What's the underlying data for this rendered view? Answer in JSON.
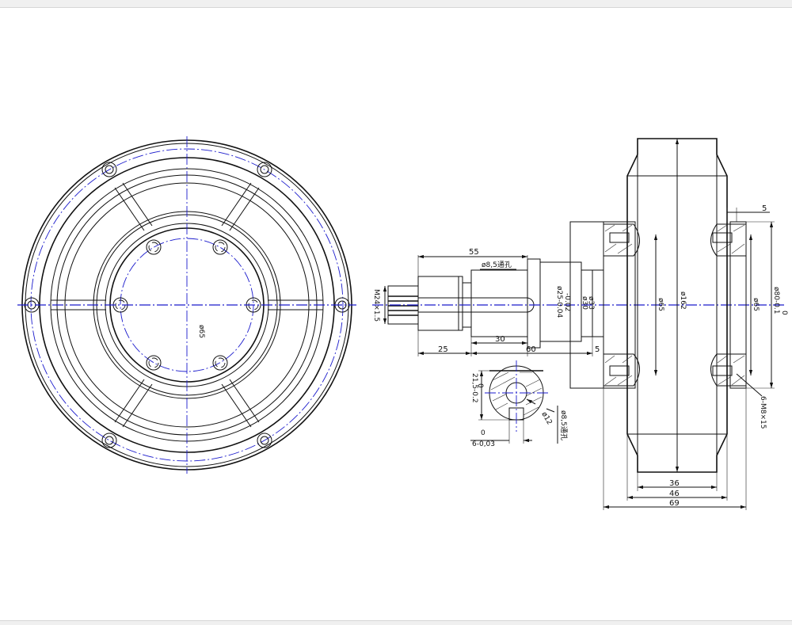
{
  "front_view": {
    "pcd_label": "ø65"
  },
  "shaft": {
    "thread_label": "M24×1.5",
    "hole_label": "ø8,5通孔",
    "dim_55": "55",
    "dim_30": "30",
    "dim_25": "25",
    "dim_60": "60",
    "dim_5": "5",
    "dia_25_label": "ø25-0.04",
    "dia_25_tol": "-0.02",
    "dia_30_label": "ø30",
    "dia_33_label": "ø33"
  },
  "section": {
    "dim_21_5": "21,5-0.2",
    "dim_21_5_tol": "0",
    "dim_6": "6-0,03",
    "dim_6_tol": "0",
    "dia_12_label": "ø12",
    "hole_label": "ø8,5通孔"
  },
  "side_view": {
    "dia_162": "ø162",
    "dia_65_inner": "ø65",
    "dia_65": "ø65",
    "dia_80": "ø80-0.1",
    "dia_80_tol": "0",
    "dim_5_top": "5",
    "bolt_label": "6-M8×15",
    "dim_36": "36",
    "dim_46": "46",
    "dim_69": "69"
  }
}
